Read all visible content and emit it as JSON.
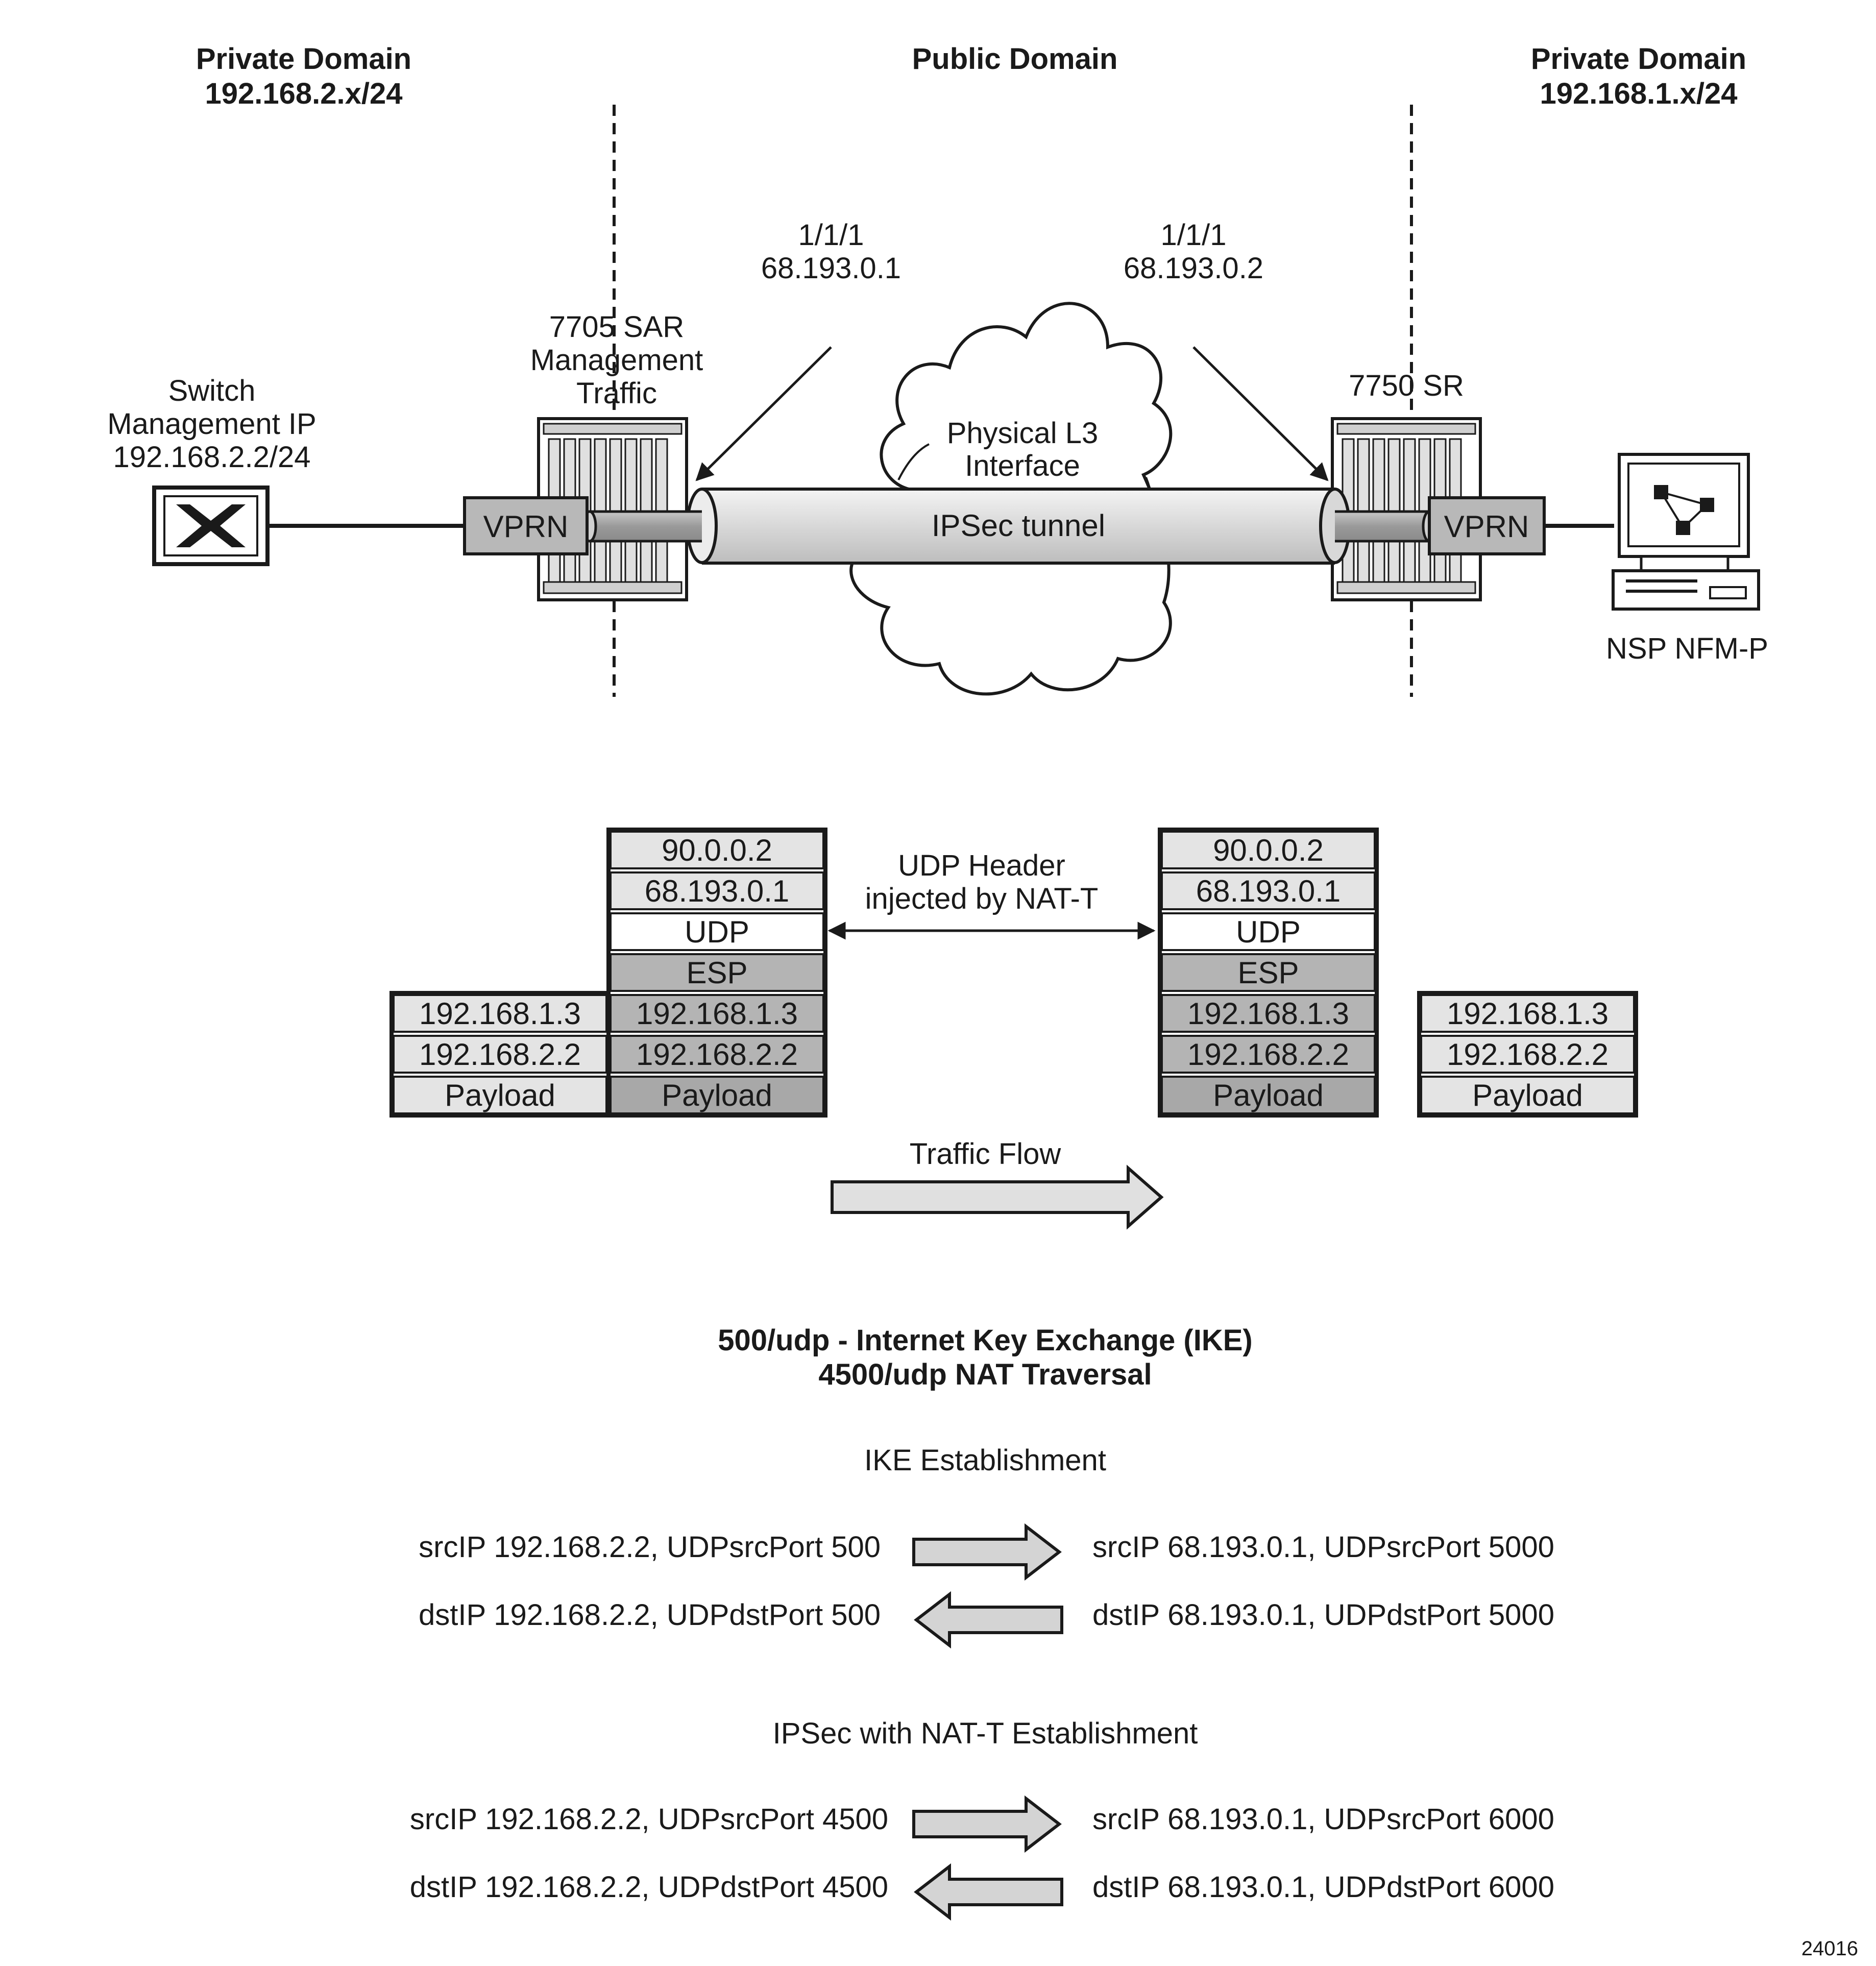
{
  "header": {
    "left_domain": "Private Domain",
    "left_subnet": "192.168.2.x/24",
    "center_domain": "Public Domain",
    "right_domain": "Private Domain",
    "right_subnet": "192.168.1.x/24"
  },
  "topology": {
    "switch_label": [
      "Switch",
      "Management IP",
      "192.168.2.2/24"
    ],
    "sar_label": [
      "7705 SAR",
      "Management",
      "Traffic"
    ],
    "sr_label": "7750 SR",
    "left_port": [
      "1/1/1",
      "68.193.0.1"
    ],
    "right_port": [
      "1/1/1",
      "68.193.0.2"
    ],
    "cloud_label": [
      "Physical L3",
      "Interface"
    ],
    "tunnel_label": "IPSec tunnel",
    "vprn_left": "VPRN",
    "vprn_right": "VPRN",
    "nsp_label": "NSP NFM-P"
  },
  "packets": {
    "left_plain": [
      "192.168.1.3",
      "192.168.2.2",
      "Payload"
    ],
    "left_encap": [
      "90.0.0.2",
      "68.193.0.1",
      "UDP",
      "ESP",
      "192.168.1.3",
      "192.168.2.2",
      "Payload"
    ],
    "right_encap": [
      "90.0.0.2",
      "68.193.0.1",
      "UDP",
      "ESP",
      "192.168.1.3",
      "192.168.2.2",
      "Payload"
    ],
    "right_plain": [
      "192.168.1.3",
      "192.168.2.2",
      "Payload"
    ],
    "udp_note": [
      "UDP Header",
      "injected by NAT-T"
    ],
    "traffic_flow": "Traffic Flow"
  },
  "ports": {
    "title_line1": "500/udp - Internet Key Exchange (IKE)",
    "title_line2": "4500/udp NAT Traversal",
    "ike_title": "IKE Establishment",
    "ike_rows": [
      {
        "left": "srcIP 192.168.2.2, UDPsrcPort 500",
        "right": "srcIP 68.193.0.1, UDPsrcPort 5000",
        "direction": "right"
      },
      {
        "left": "dstIP 192.168.2.2, UDPdstPort 500",
        "right": "dstIP 68.193.0.1, UDPdstPort 5000",
        "direction": "left"
      }
    ],
    "ipsec_title": "IPSec with NAT-T Establishment",
    "ipsec_rows": [
      {
        "left": "srcIP 192.168.2.2, UDPsrcPort 4500",
        "right": "srcIP 68.193.0.1, UDPsrcPort 6000",
        "direction": "right"
      },
      {
        "left": "dstIP 192.168.2.2, UDPdstPort 4500",
        "right": "dstIP 68.193.0.1, UDPdstPort 6000",
        "direction": "left"
      }
    ]
  },
  "figure_id": "24016",
  "colors": {
    "ink": "#1a1a1a",
    "light_fill": "#e4e4e4",
    "mid_fill": "#b4b4b4",
    "dark_fill": "#a8a8a8",
    "white": "#ffffff"
  }
}
